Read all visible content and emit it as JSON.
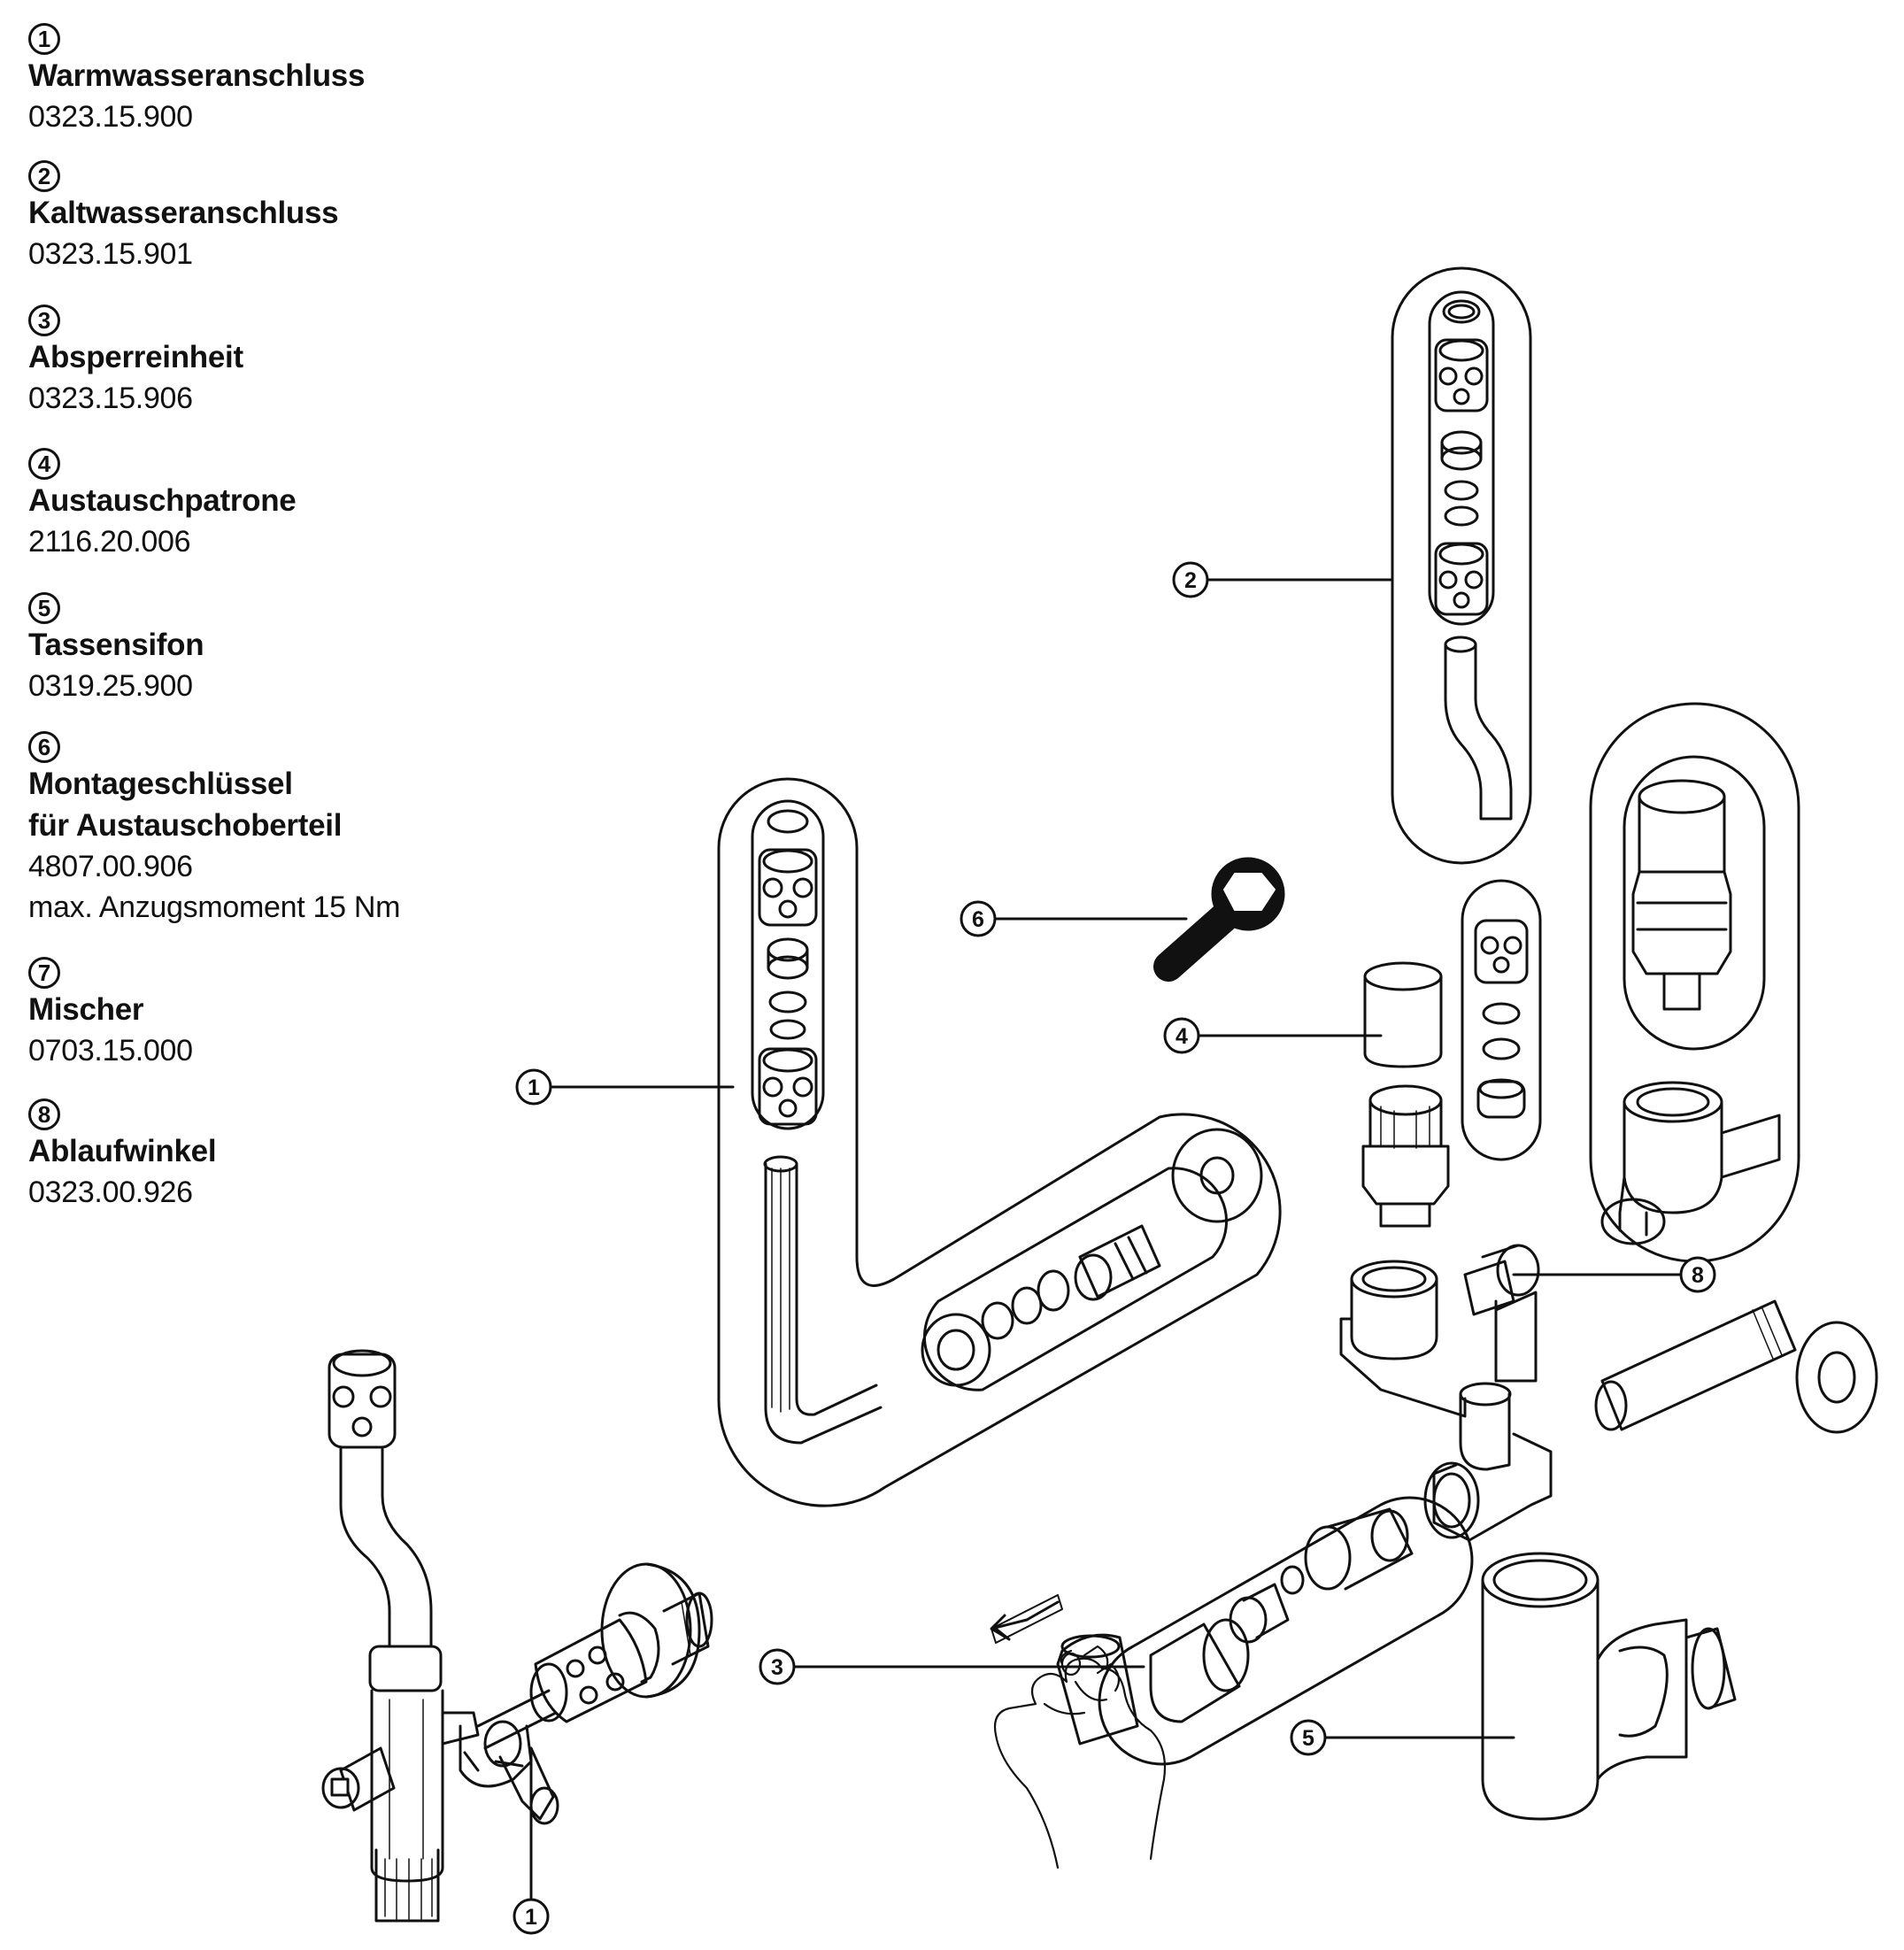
{
  "legend": [
    {
      "number": "1",
      "title": "Warmwasseranschluss",
      "code": "0323.15.900"
    },
    {
      "number": "2",
      "title": "Kaltwasseranschluss",
      "code": "0323.15.901"
    },
    {
      "number": "3",
      "title": "Absperreinheit",
      "code": "0323.15.906"
    },
    {
      "number": "4",
      "title": "Austauschpatrone",
      "code": "2116.20.006"
    },
    {
      "number": "5",
      "title": "Tassensifon",
      "code": "0319.25.900"
    },
    {
      "number": "6",
      "title": "Montageschlüssel",
      "title_line2": "für Austauschoberteil",
      "code": "4807.00.906",
      "note": "max. Anzugsmoment 15 Nm"
    },
    {
      "number": "7",
      "title": "Mischer",
      "code": "0703.15.000"
    },
    {
      "number": "8",
      "title": "Ablaufwinkel",
      "code": "0323.00.926"
    }
  ],
  "callouts": {
    "c1_upper": "1",
    "c1_lower": "1",
    "c2": "2",
    "c3": "3",
    "c4": "4",
    "c5": "5",
    "c6": "6",
    "c8": "8"
  }
}
